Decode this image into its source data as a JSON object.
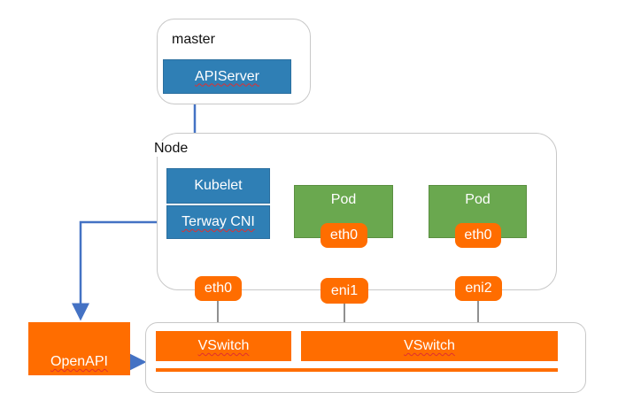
{
  "master": {
    "label": "master",
    "apiserver": "APIServer"
  },
  "node": {
    "label": "Node",
    "kubelet": "Kubelet",
    "terway": "Terway CNI"
  },
  "pods": [
    {
      "label": "Pod",
      "nic": "eth0"
    },
    {
      "label": "Pod",
      "nic": "eth0"
    }
  ],
  "node_nics": [
    "eth0",
    "eni1",
    "eni2"
  ],
  "vswitch": [
    "VSwitch",
    "VSwitch"
  ],
  "openapi": "OpenAPI",
  "colors": {
    "blue": "#2f7fb5",
    "green": "#6aa84f",
    "orange": "#ff6d00",
    "arrow": "#4472c4"
  }
}
